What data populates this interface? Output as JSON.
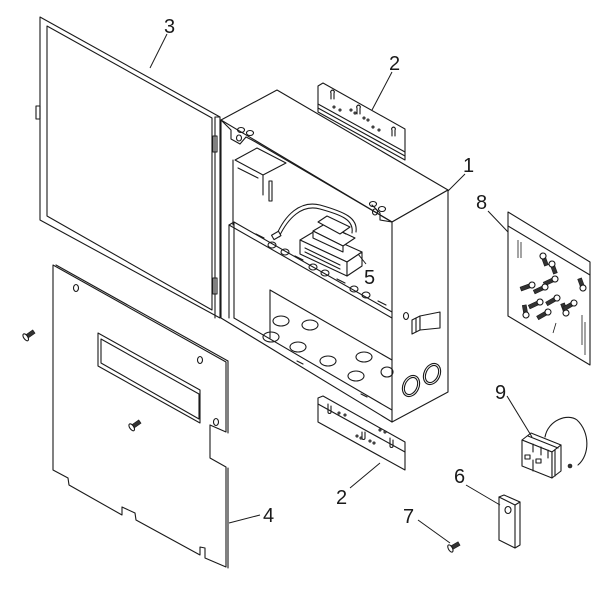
{
  "diagram": {
    "type": "exploded-parts-view",
    "callouts": [
      {
        "id": "1",
        "label": "1",
        "part": "enclosure-box"
      },
      {
        "id": "2a",
        "label": "2",
        "part": "mounting-bracket-top"
      },
      {
        "id": "2b",
        "label": "2",
        "part": "mounting-bracket-bottom"
      },
      {
        "id": "3",
        "label": "3",
        "part": "door"
      },
      {
        "id": "4",
        "label": "4",
        "part": "inner-cover-panel"
      },
      {
        "id": "5",
        "label": "5",
        "part": "transformer"
      },
      {
        "id": "6",
        "label": "6",
        "part": "latch-plate"
      },
      {
        "id": "7",
        "label": "7",
        "part": "screw"
      },
      {
        "id": "8",
        "label": "8",
        "part": "hardware-bag"
      },
      {
        "id": "9",
        "label": "9",
        "part": "relay"
      }
    ]
  }
}
